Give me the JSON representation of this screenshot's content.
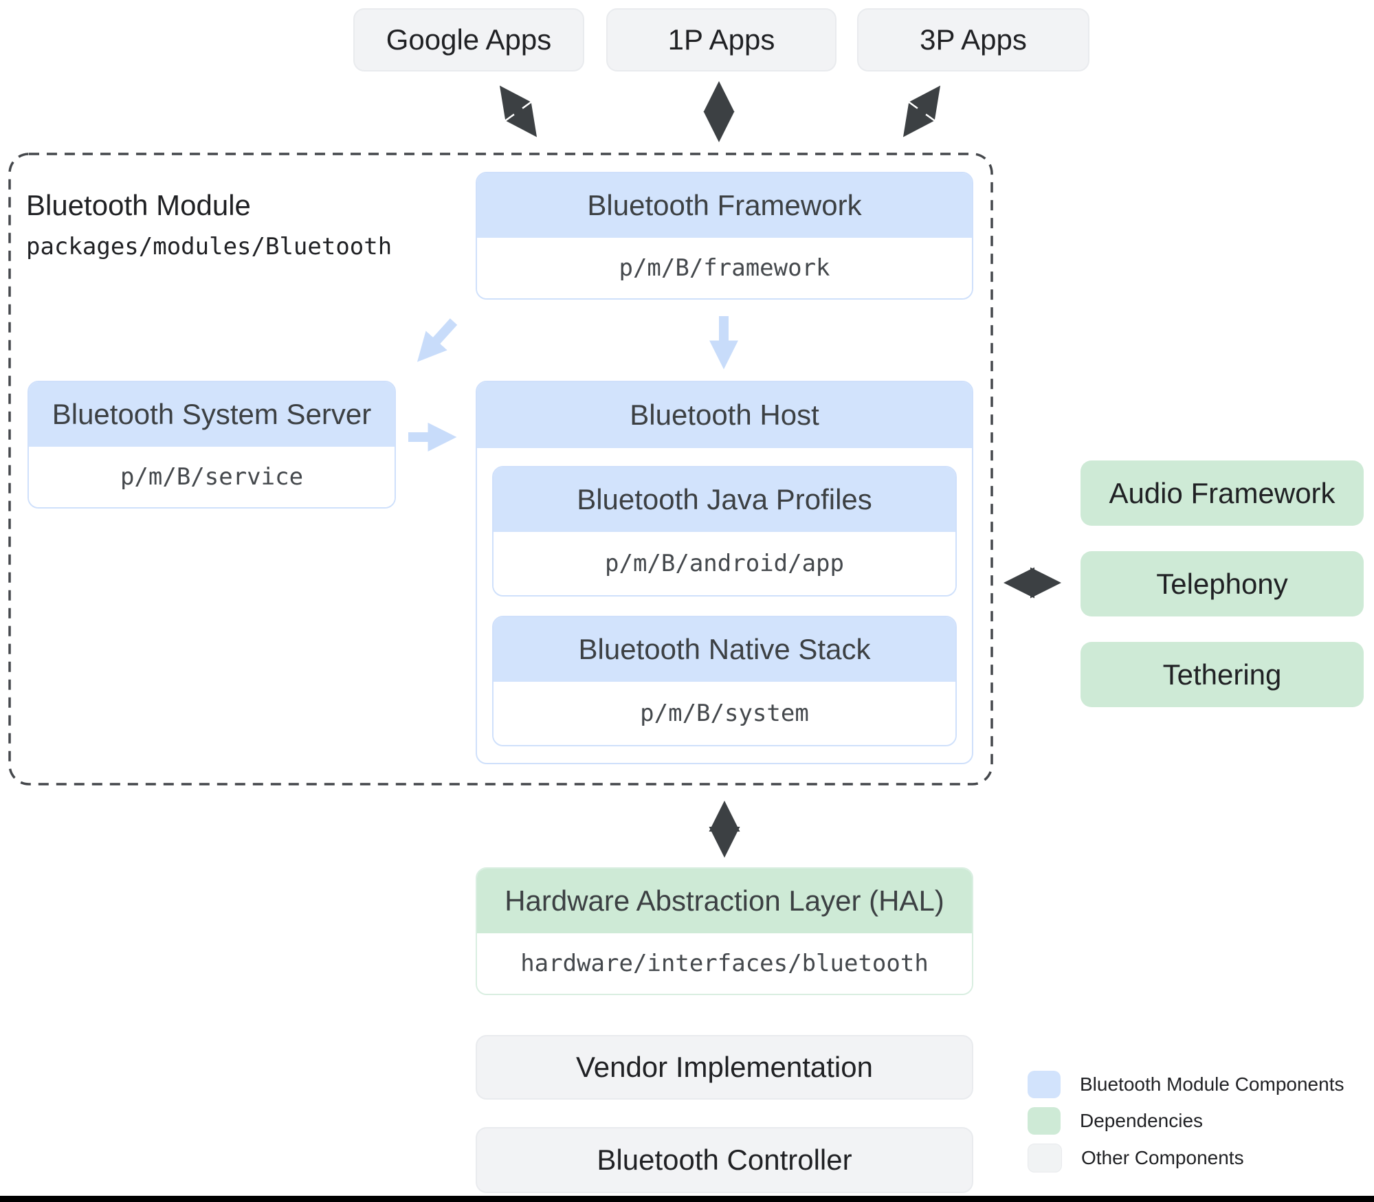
{
  "top_apps": [
    {
      "label": "Google Apps"
    },
    {
      "label": "1P Apps"
    },
    {
      "label": "3P Apps"
    }
  ],
  "module": {
    "title": "Bluetooth Module",
    "path": "packages/modules/Bluetooth",
    "framework": {
      "title": "Bluetooth Framework",
      "path": "p/m/B/framework"
    },
    "system_server": {
      "title": "Bluetooth System Server",
      "path": "p/m/B/service"
    },
    "host": {
      "title": "Bluetooth Host",
      "java_profiles": {
        "title": "Bluetooth Java Profiles",
        "path": "p/m/B/android/app"
      },
      "native_stack": {
        "title": "Bluetooth Native Stack",
        "path": "p/m/B/system"
      }
    }
  },
  "dependencies": [
    {
      "label": "Audio Framework"
    },
    {
      "label": "Telephony"
    },
    {
      "label": "Tethering"
    }
  ],
  "hal": {
    "title": "Hardware Abstraction Layer (HAL)",
    "path": "hardware/interfaces/bluetooth"
  },
  "other_components": [
    {
      "label": "Vendor Implementation"
    },
    {
      "label": "Bluetooth Controller"
    }
  ],
  "legend": [
    {
      "label": "Bluetooth Module Components",
      "color": "#d2e3fc"
    },
    {
      "label": "Dependencies",
      "color": "#ceead6"
    },
    {
      "label": "Other Components",
      "color": "#f1f3f4"
    }
  ],
  "colors": {
    "module_component_fill": "#d2e3fc",
    "dependency_fill": "#ceead6",
    "other_fill": "#f2f3f5",
    "dark_arrow": "#3c4043",
    "light_blue_arrow": "#c8dcfa",
    "dashed_border": "#44474b"
  }
}
